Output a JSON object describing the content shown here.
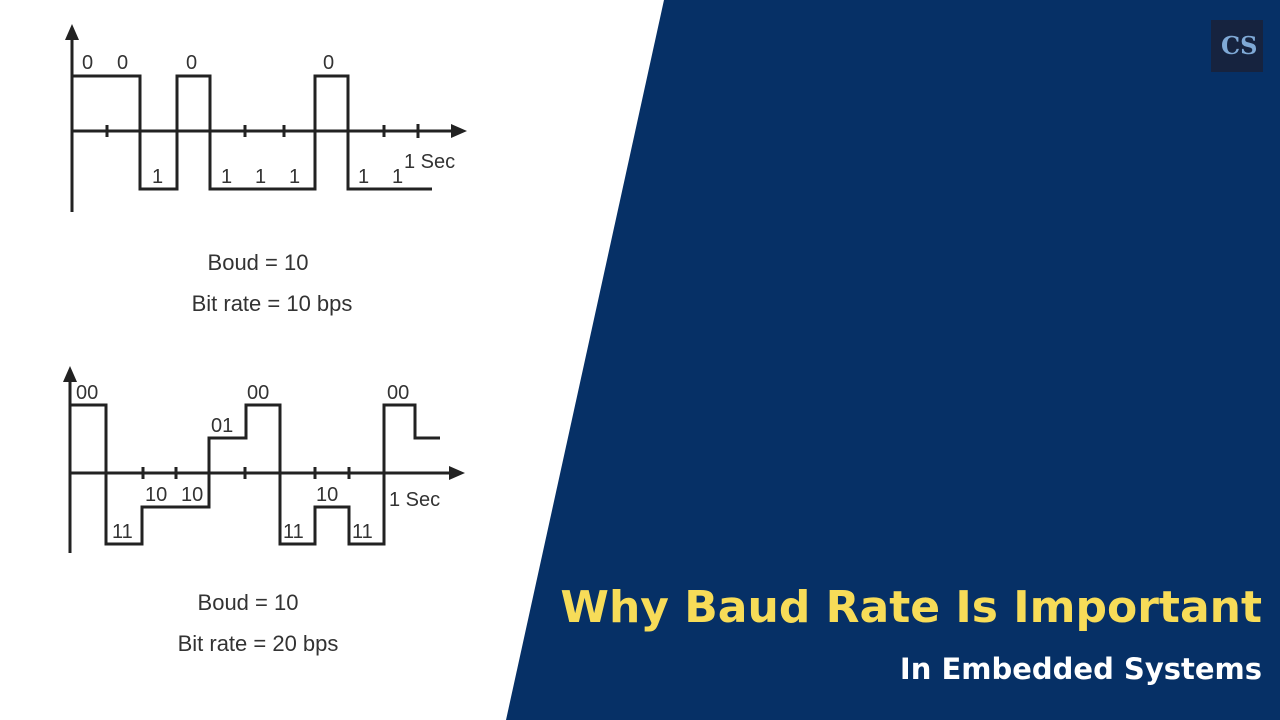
{
  "colors": {
    "panel": "#063066",
    "accent": "#f7dc58",
    "line": "#222222"
  },
  "title": "Why Baud Rate Is Important",
  "subtitle": "In Embedded Systems",
  "logo": {
    "icon": "logo-icon",
    "text": "CS"
  },
  "diagram_top": {
    "bit_labels": [
      "0",
      "0",
      "1",
      "0",
      "1",
      "1",
      "1",
      "0",
      "1",
      "1"
    ],
    "time_label": "1 Sec",
    "caption_baud": "Boud = 10",
    "caption_bitrate": "Bit rate = 10 bps"
  },
  "diagram_bottom": {
    "symbol_labels": [
      "00",
      "11",
      "10",
      "10",
      "01",
      "00",
      "11",
      "10",
      "11",
      "00"
    ],
    "time_label": "1 Sec",
    "caption_baud": "Boud = 10",
    "caption_bitrate": "Bit rate = 20 bps"
  }
}
